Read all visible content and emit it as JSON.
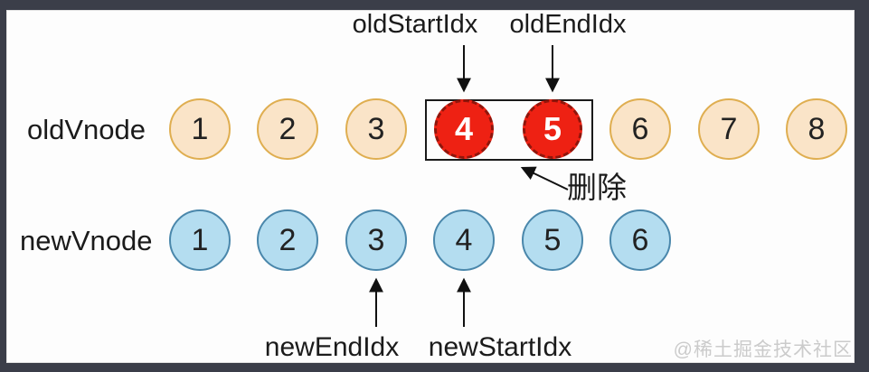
{
  "diagram": {
    "pointers": {
      "old_start": "oldStartIdx",
      "old_end": "oldEndIdx",
      "new_end": "newEndIdx",
      "new_start": "newStartIdx"
    },
    "delete_label": "删除",
    "old_row": {
      "label": "oldVnode",
      "nodes": [
        {
          "value": "1",
          "state": "normal"
        },
        {
          "value": "2",
          "state": "normal"
        },
        {
          "value": "3",
          "state": "normal"
        },
        {
          "value": "4",
          "state": "deleted"
        },
        {
          "value": "5",
          "state": "deleted"
        },
        {
          "value": "6",
          "state": "normal"
        },
        {
          "value": "7",
          "state": "normal"
        },
        {
          "value": "8",
          "state": "normal"
        }
      ]
    },
    "new_row": {
      "label": "newVnode",
      "nodes": [
        {
          "value": "1"
        },
        {
          "value": "2"
        },
        {
          "value": "3"
        },
        {
          "value": "4"
        },
        {
          "value": "5"
        },
        {
          "value": "6"
        }
      ]
    },
    "colors": {
      "old_node_fill": "#fae4c8",
      "old_node_border": "#dfae50",
      "new_node_fill": "#b4ddf0",
      "new_node_border": "#4a87ab",
      "deleted_node_fill": "#ee2113",
      "deleted_node_border": "#8f150b",
      "frame": "#3b3e49",
      "panel": "#fdfdfd"
    }
  },
  "watermark": "@稀土掘金技术社区"
}
